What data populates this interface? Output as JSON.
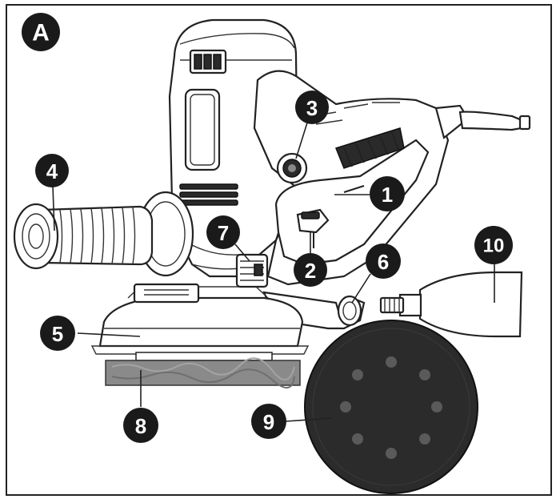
{
  "figure_label": "A",
  "callouts": [
    {
      "id": "1",
      "label": "1"
    },
    {
      "id": "2",
      "label": "2"
    },
    {
      "id": "3",
      "label": "3"
    },
    {
      "id": "4",
      "label": "4"
    },
    {
      "id": "5",
      "label": "5"
    },
    {
      "id": "6",
      "label": "6"
    },
    {
      "id": "7",
      "label": "7"
    },
    {
      "id": "8",
      "label": "8"
    },
    {
      "id": "9",
      "label": "9"
    },
    {
      "id": "10",
      "label": "10"
    }
  ],
  "colors": {
    "callout_fill": "#1a1a1a",
    "callout_text": "#ffffff",
    "sanding_sheet": "#8a8a8a",
    "disc": "#2b2b2b",
    "frame": "#222222"
  }
}
